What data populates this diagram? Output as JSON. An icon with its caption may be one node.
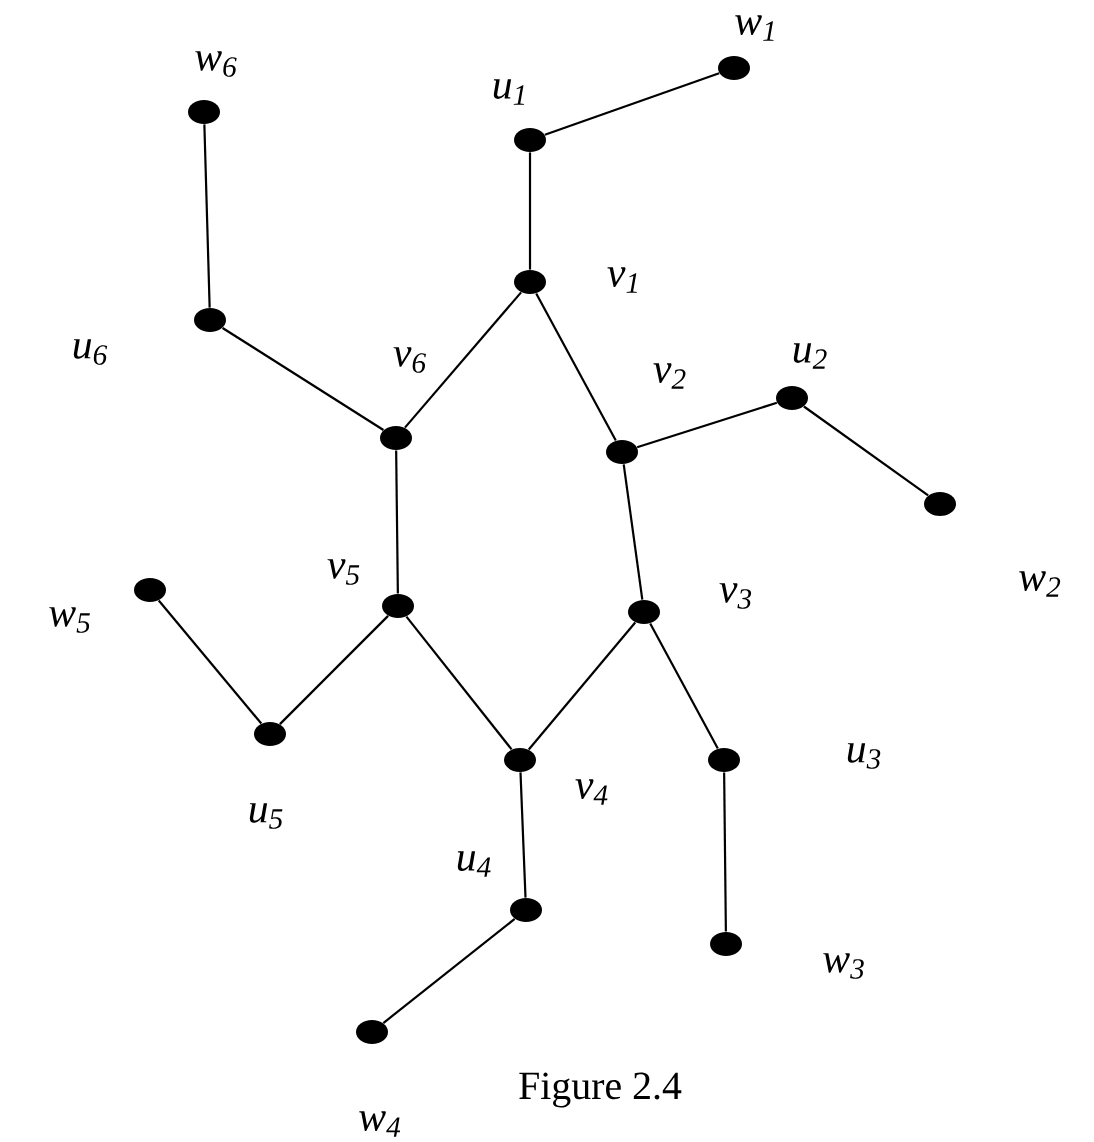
{
  "diagram": {
    "caption": "Figure 2.4",
    "nodes": [
      {
        "text": [],
        "shape": "circle",
        "beside": [
          "w$_{6}$"
        ]
      },
      {
        "text": [],
        "shape": "circle",
        "beside": [
          "u$_{1}$"
        ]
      },
      {
        "text": [],
        "shape": "circle",
        "beside": [
          "w$_{1}$"
        ]
      },
      {
        "text": [],
        "shape": "circle",
        "beside": [
          "v$_{1}$"
        ]
      },
      {
        "text": [],
        "shape": "circle",
        "beside": [
          "u$_{6}$"
        ]
      },
      {
        "text": [],
        "shape": "circle",
        "beside": [
          "v$_{6}$"
        ]
      },
      {
        "text": [],
        "shape": "circle",
        "beside": [
          "v$_{2}$"
        ]
      },
      {
        "text": [],
        "shape": "circle",
        "beside": [
          "u$_{2}$"
        ]
      },
      {
        "text": [],
        "shape": "circle",
        "beside": [
          "w$_{2}$"
        ]
      },
      {
        "text": [],
        "shape": "circle",
        "beside": [
          "v$_{5}$"
        ]
      },
      {
        "text": [],
        "shape": "circle",
        "beside": [
          "v$_{3}$"
        ]
      },
      {
        "text": [],
        "shape": "circle",
        "beside": [
          "w$_{5}$"
        ]
      },
      {
        "text": [],
        "shape": "circle",
        "beside": [
          "u$_{5}$"
        ]
      },
      {
        "text": [],
        "shape": "circle",
        "beside": [
          "v$_{4}$"
        ]
      },
      {
        "text": [],
        "shape": "circle",
        "beside": [
          "u$_{3}$"
        ]
      },
      {
        "text": [],
        "shape": "circle",
        "beside": [
          "u$_{4}$"
        ]
      },
      {
        "text": [],
        "shape": "circle",
        "beside": [
          "w$_{3}$"
        ]
      },
      {
        "text": [],
        "shape": "circle",
        "beside": [
          "w$_{4}$"
        ]
      }
    ],
    "edges": [
      {
        "from": 0,
        "to": 4,
        "arrow": "none"
      },
      {
        "from": 1,
        "to": 2,
        "arrow": "none"
      },
      {
        "from": 1,
        "to": 3,
        "arrow": "none"
      },
      {
        "from": 3,
        "to": 5,
        "arrow": "none"
      },
      {
        "from": 3,
        "to": 6,
        "arrow": "none"
      },
      {
        "from": 4,
        "to": 5,
        "arrow": "none"
      },
      {
        "from": 5,
        "to": 9,
        "arrow": "none"
      },
      {
        "from": 6,
        "to": 7,
        "arrow": "none"
      },
      {
        "from": 7,
        "to": 8,
        "arrow": "none"
      },
      {
        "from": 6,
        "to": 10,
        "arrow": "none"
      },
      {
        "from": 11,
        "to": 12,
        "arrow": "none"
      },
      {
        "from": 12,
        "to": 9,
        "arrow": "none"
      },
      {
        "from": 9,
        "to": 13,
        "arrow": "none"
      },
      {
        "from": 13,
        "to": 10,
        "arrow": "none"
      },
      {
        "from": 10,
        "to": 14,
        "arrow": "none"
      },
      {
        "from": 14,
        "to": 16,
        "arrow": "none"
      },
      {
        "from": 13,
        "to": 15,
        "arrow": "none"
      },
      {
        "from": 15,
        "to": 17,
        "arrow": "none"
      }
    ]
  }
}
